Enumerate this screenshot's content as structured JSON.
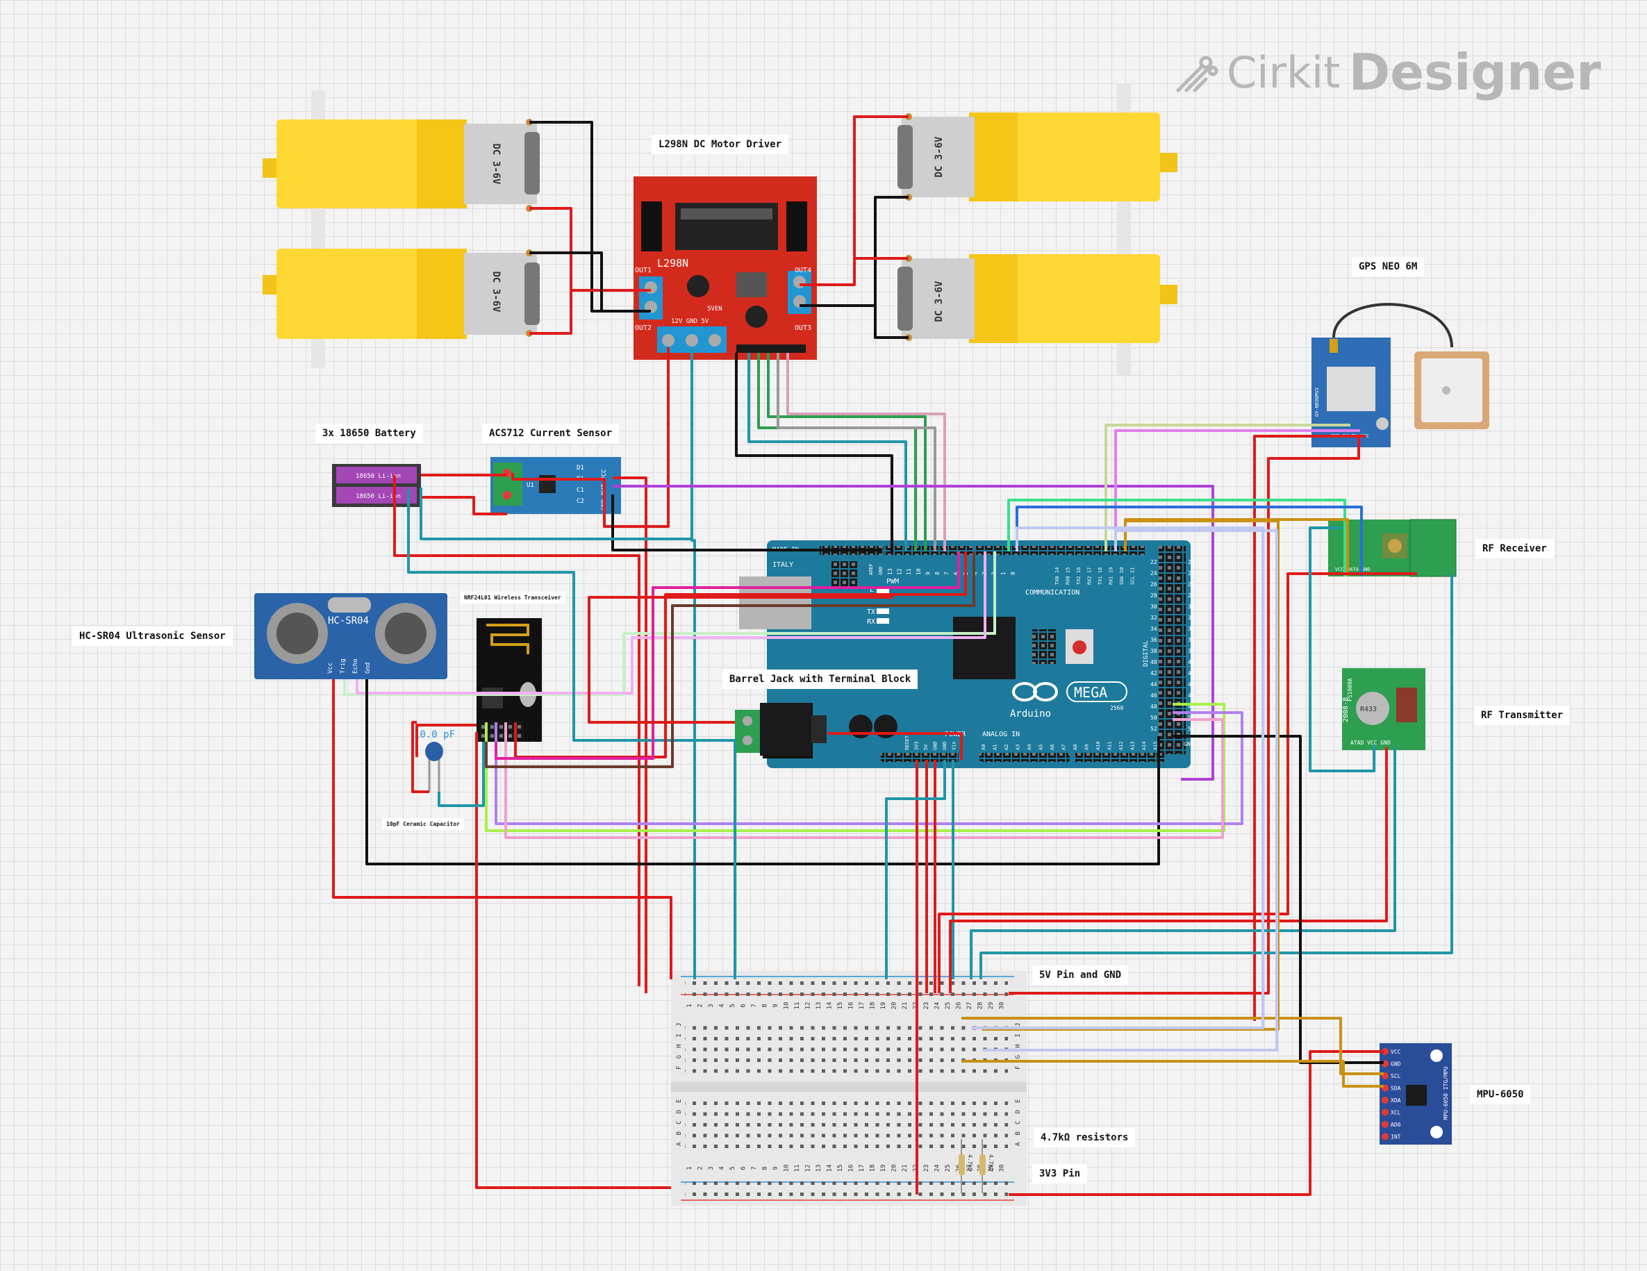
{
  "brand": {
    "name": "Cirkit",
    "product": "Designer",
    "icon": "cirkit-logo-icon"
  },
  "labels": {
    "l298n": "L298N DC Motor Driver",
    "battery": "3x 18650 Battery",
    "acs712": "ACS712 Current Sensor",
    "hcsr04": "HC-SR04 Ultrasonic Sensor",
    "nrf": "NRF24L01 Wireless Transceiver",
    "capacitor": "10pF Ceramic Capacitor",
    "barrel": "Barrel Jack with Terminal Block",
    "gps": "GPS NEO 6M",
    "rf_receiver": "RF Receiver",
    "rf_transmitter": "RF Transmitter",
    "mpu": "MPU-6050",
    "pin5v": "5V Pin and GND",
    "resistors": "4.7kΩ resistors",
    "pin3v3": "3V3 Pin"
  },
  "motors": {
    "text": "DC 3-6V"
  },
  "driver": {
    "chip": "L298N",
    "out1": "OUT1",
    "out2": "OUT2",
    "out3": "OUT3",
    "out4": "OUT4",
    "power": "12V GND  5V",
    "en": "5VEN"
  },
  "battery": {
    "cell1": "18650 Li-ion",
    "cell2": "18650 Li-ion"
  },
  "acs": {
    "pins": [
      "D1",
      "R1",
      "C1",
      "C2"
    ],
    "chip": "U1",
    "side": "GND OUT VCC"
  },
  "ultrasonic": {
    "model": "HC-SR04",
    "pins": [
      "Vcc",
      "Trig",
      "Echo",
      "Gnd"
    ]
  },
  "cap": {
    "value": "10.0 pF"
  },
  "arduino": {
    "brand": "Arduino",
    "model": "MEGA",
    "num": "2560",
    "made": "MADE IN",
    "italy": "ITALY",
    "pwm": "PWM",
    "comm": "COMMUNICATION",
    "analog": "ANALOG IN",
    "power": "POWER",
    "digital": "DIGITAL",
    "tx": "TX",
    "rx": "RX",
    "l": "L",
    "aref": "AREF",
    "gnd": "GND",
    "comm_pins": [
      "TX0 14",
      "RX0 15",
      "TX2 16",
      "RX2 17",
      "TX1 18",
      "RX1 19",
      "SDA 20",
      "SCL 21"
    ],
    "pwm_pins": [
      "13",
      "12",
      "11",
      "10",
      "9",
      "8",
      "7",
      "6",
      "5",
      "4",
      "3",
      "2",
      "1",
      "0"
    ],
    "power_pins": [
      "RESET",
      "3V3",
      "5V",
      "GND",
      "GND",
      "Vin"
    ],
    "analog_pins": [
      "A0",
      "A1",
      "A2",
      "A3",
      "A4",
      "A5",
      "A6",
      "A7",
      "A8",
      "A9",
      "A10",
      "A11",
      "A12",
      "A13",
      "A14",
      "A15"
    ],
    "digital_pins": [
      "22",
      "24",
      "26",
      "28",
      "30",
      "32",
      "34",
      "36",
      "38",
      "40",
      "42",
      "44",
      "46",
      "48",
      "50",
      "52"
    ]
  },
  "gps": {
    "module": "GY-NEO6MV2",
    "pins": "GND RX TX VCC"
  },
  "rf_receiver": {
    "pins": "VCC DATA GND"
  },
  "rf_transmitter": {
    "chip": "R433",
    "code": "FS1000A",
    "side": "2008-8",
    "pins": "ATAD VCC GND"
  },
  "mpu": {
    "pins": [
      "VCC",
      "GND",
      "SCL",
      "SDA",
      "XDA",
      "XCL",
      "AD0",
      "INT"
    ],
    "model": "MPU-6050 ITG/MPU"
  },
  "breadboard": {
    "columns": [
      "1",
      "2",
      "3",
      "4",
      "5",
      "6",
      "7",
      "8",
      "9",
      "10",
      "11",
      "12",
      "13",
      "14",
      "15",
      "16",
      "17",
      "18",
      "19",
      "20",
      "21",
      "22",
      "23",
      "24",
      "25",
      "26",
      "27",
      "28",
      "29",
      "30"
    ],
    "rows_top": [
      "J",
      "I",
      "H",
      "G",
      "F"
    ],
    "rows_bottom": [
      "E",
      "D",
      "C",
      "B",
      "A"
    ],
    "resistor": "4.7kΩ"
  }
}
